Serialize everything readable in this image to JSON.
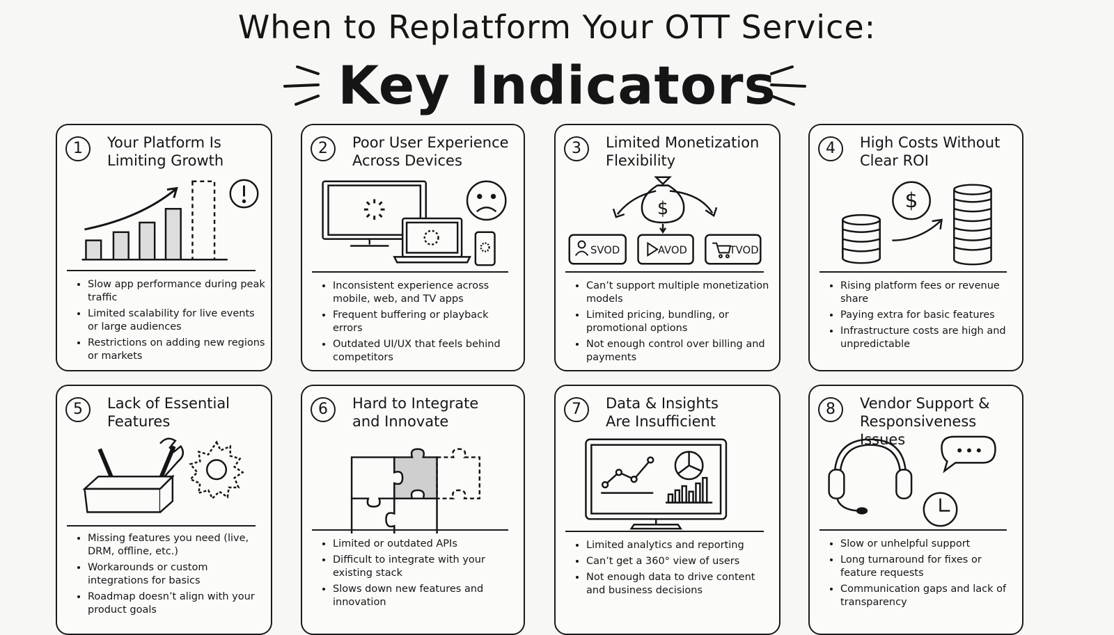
{
  "header": {
    "title_line1": "When to Replatform Your OTT Service:",
    "title_line2": "Key Indicators"
  },
  "cards": [
    {
      "number": "1",
      "title": "Your Platform Is\nLimiting Growth",
      "icon": "growth-chart-icon",
      "bullets": [
        "Slow app performance during peak traffic",
        "Limited scalability for live events or large audiences",
        "Restrictions on adding new regions or markets"
      ]
    },
    {
      "number": "2",
      "title": "Poor User Experience\nAcross Devices",
      "icon": "devices-icon",
      "bullets": [
        "Inconsistent experience across mobile, web, and TV apps",
        "Frequent buffering or playback errors",
        "Outdated UI/UX that feels behind competitors"
      ]
    },
    {
      "number": "3",
      "title": "Limited Monetization\nFlexibility",
      "icon": "money-bag-icon",
      "models": [
        "SVOD",
        "AVOD",
        "TVOD"
      ],
      "bullets": [
        "Can’t support multiple monetization models",
        "Limited pricing, bundling, or promotional options",
        "Not enough control over billing and payments"
      ]
    },
    {
      "number": "4",
      "title": "High Costs Without\nClear ROI",
      "icon": "coin-stacks-icon",
      "bullets": [
        "Rising platform fees or revenue share",
        "Paying extra for basic features",
        "Infrastructure costs are high and unpredictable"
      ]
    },
    {
      "number": "5",
      "title": "Lack of Essential\nFeatures",
      "icon": "toolbox-icon",
      "bullets": [
        "Missing features you need (live, DRM, offline, etc.)",
        "Workarounds or custom integrations for basics",
        "Roadmap doesn’t align with your product goals"
      ]
    },
    {
      "number": "6",
      "title": "Hard to Integrate\nand Innovate",
      "icon": "puzzle-icon",
      "bullets": [
        "Limited or outdated APIs",
        "Difficult to integrate with your existing stack",
        "Slows down new features and innovation"
      ]
    },
    {
      "number": "7",
      "title": "Data & Insights\nAre Insufficient",
      "icon": "analytics-monitor-icon",
      "bullets": [
        "Limited analytics and reporting",
        "Can’t get a 360° view of users",
        "Not enough data to drive content and business decisions"
      ]
    },
    {
      "number": "8",
      "title": "Vendor Support &\nResponsiveness Issues",
      "icon": "headset-icon",
      "bullets": [
        "Slow or unhelpful support",
        "Long turnaround for fixes or feature requests",
        "Communication gaps and lack of transparency"
      ]
    }
  ]
}
